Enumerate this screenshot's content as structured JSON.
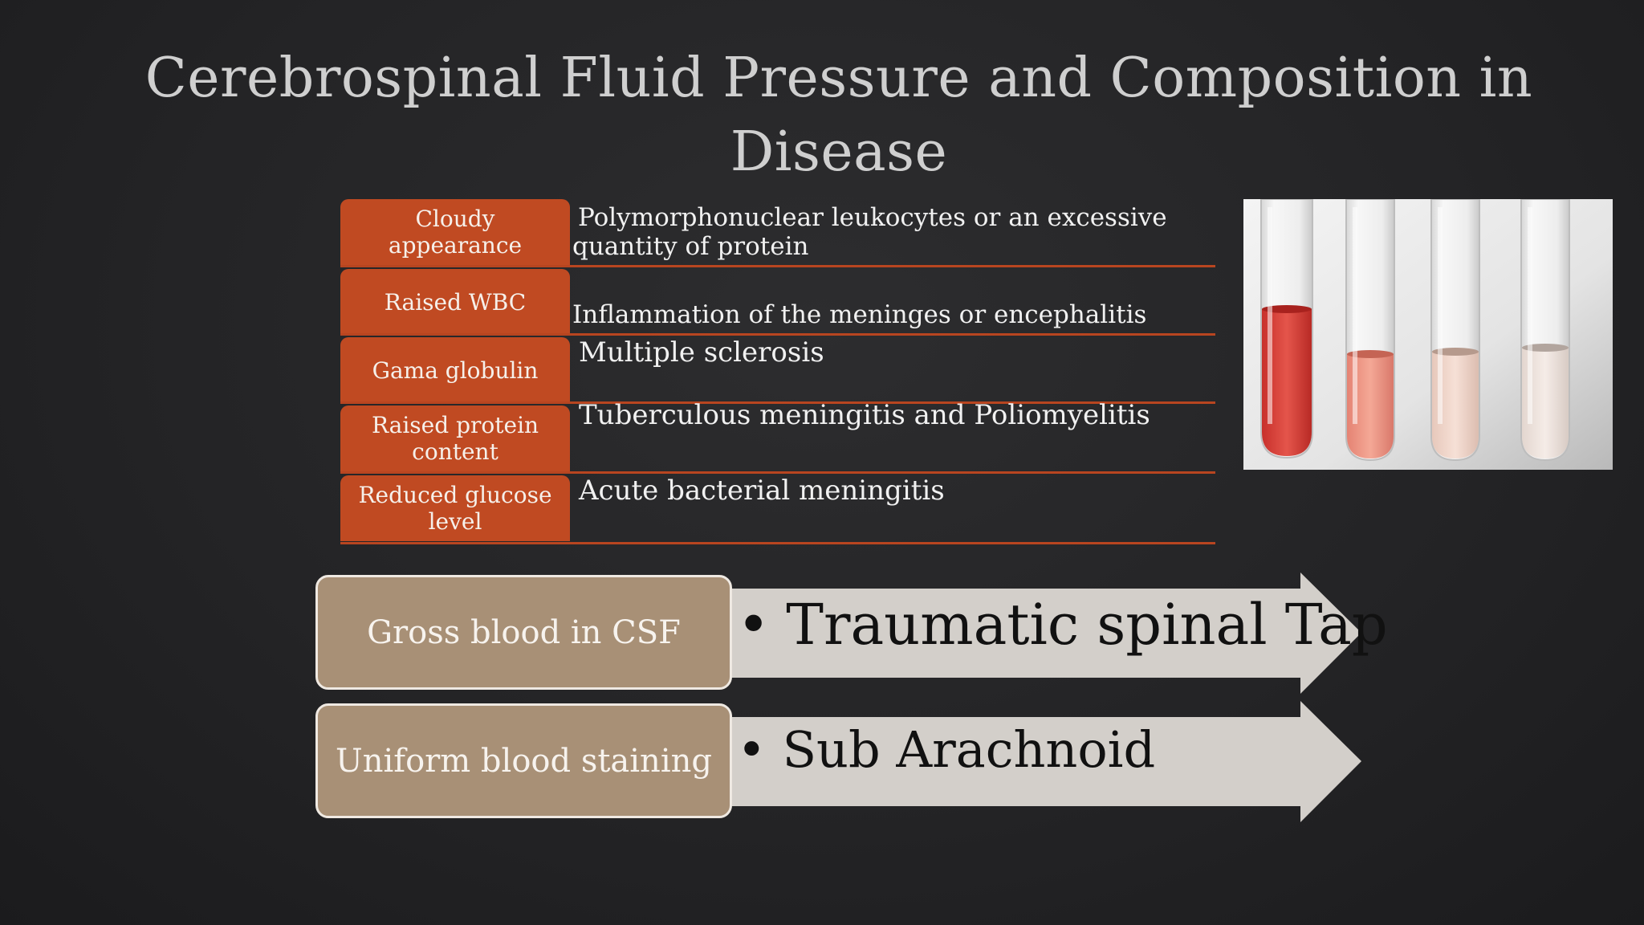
{
  "title": "Cerebrospinal Fluid Pressure and Composition in Disease",
  "table": {
    "rows": [
      {
        "label": "Cloudy appearance",
        "description": "Polymorphonuclear leukocytes or an excessive quantity of protein"
      },
      {
        "label": "Raised WBC",
        "description": "Inflammation of the meninges or encephalitis"
      },
      {
        "label": "Gama globulin",
        "description": "Multiple sclerosis"
      },
      {
        "label": "Raised protein content",
        "description": "Tuberculous meningitis and Poliomyelitis"
      },
      {
        "label": "Reduced glucose level",
        "description": "Acute bacterial meningitis"
      }
    ]
  },
  "process": [
    {
      "label": "Gross blood in CSF",
      "bullet": "•",
      "text": "Traumatic spinal Tap"
    },
    {
      "label": "Uniform blood staining",
      "bullet": "•",
      "text": "Sub Arachnoid"
    }
  ],
  "colors": {
    "accent_orange": "#c04a22",
    "box_tan": "#a89076",
    "arrow_gray": "#d3cfca",
    "title_gray": "#cfcfcf"
  }
}
